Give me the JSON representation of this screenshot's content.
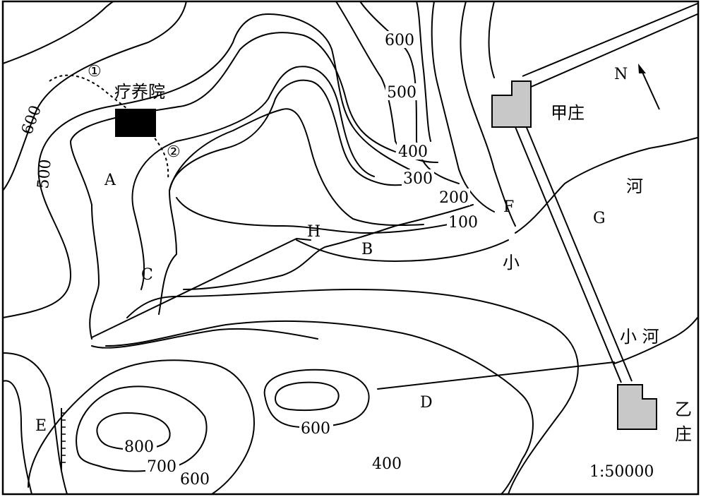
{
  "map": {
    "north_label": "N",
    "scale": "1:50000",
    "sanatorium_label": "疗养院",
    "village_jia_lines": [
      "甲",
      "庄"
    ],
    "village_yi_lines": [
      "乙",
      "庄"
    ],
    "river_upper_lines": [
      "河",
      "小"
    ],
    "river_lower_label": "小 河",
    "route_labels": [
      "①",
      "②"
    ],
    "point_labels": {
      "A": "A",
      "B": "B",
      "C": "C",
      "D": "D",
      "E": "E",
      "F": "F",
      "G": "G",
      "H": "H"
    },
    "contour_labels": {
      "c600_top": "600",
      "c500_top": "500",
      "c400_top": "400",
      "c300": "300",
      "c200": "200",
      "c100": "100",
      "c600_left": "600",
      "c500_left": "500",
      "c600_mid": "600",
      "c400_bottom": "400",
      "c800": "800",
      "c700": "700",
      "c600_bottom": "600"
    }
  }
}
